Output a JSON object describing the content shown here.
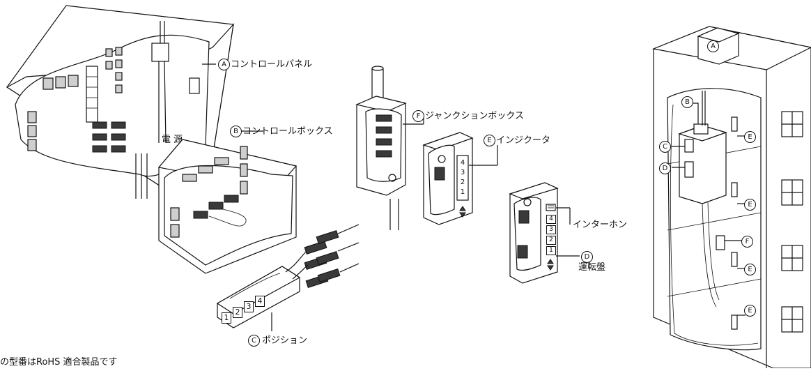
{
  "markers": {
    "a": "A",
    "b": "B",
    "c": "C",
    "d": "D",
    "e": "E",
    "f": "F"
  },
  "labels": {
    "control_panel": "コントロールパネル",
    "control_box": "コントロールボックス",
    "junction_box": "ジャンクションボックス",
    "indicator": "インジクータ",
    "intercom": "インターホン",
    "operating_panel": "運転盤",
    "position": "ポジション"
  },
  "power_label": "電 源",
  "indicator_digits": [
    "4",
    "3",
    "2",
    "1"
  ],
  "operating_buttons": [
    "4",
    "3",
    "2",
    "1"
  ],
  "position_buttons": [
    "1",
    "2",
    "3",
    "4"
  ],
  "footnote": "の型番はRoHS 適合製品です"
}
